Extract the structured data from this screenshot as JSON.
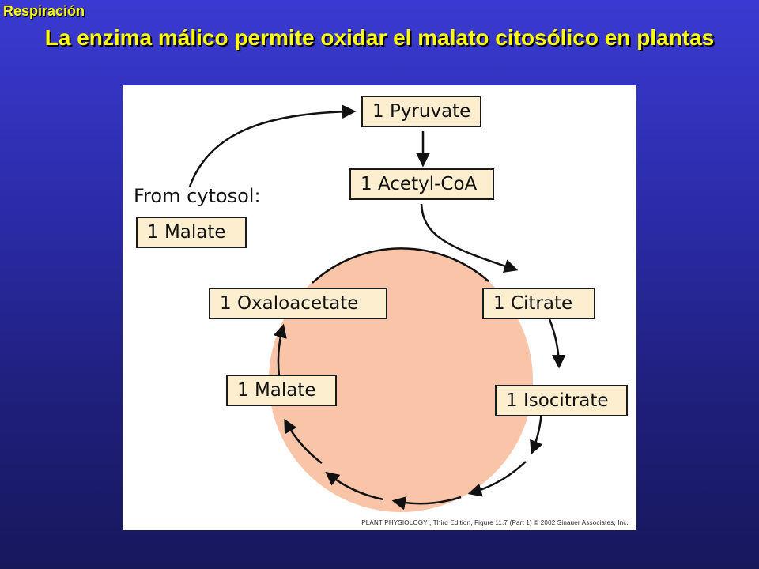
{
  "header": {
    "section_label": "Respiración",
    "title": "La enzima málico permite oxidar el malato citosólico en plantas"
  },
  "diagram": {
    "from_label": "From cytosol:",
    "boxes": {
      "pyruvate": "1 Pyruvate",
      "acetyl_coa": "1 Acetyl-CoA",
      "malate_cytosol": "1 Malate",
      "oxaloacetate": "1 Oxaloacetate",
      "citrate": "1 Citrate",
      "isocitrate": "1 Isocitrate",
      "malate_cycle": "1 Malate"
    },
    "credit": "PLANT PHYSIOLOGY , Third Edition, Figure 11.7 (Part 1)  © 2002 Sinauer Associates, Inc."
  },
  "colors": {
    "background": "#2c2cab",
    "title": "#ffff00",
    "cycle_fill": "#f9c4a8",
    "box_fill": "#fdeecf"
  }
}
